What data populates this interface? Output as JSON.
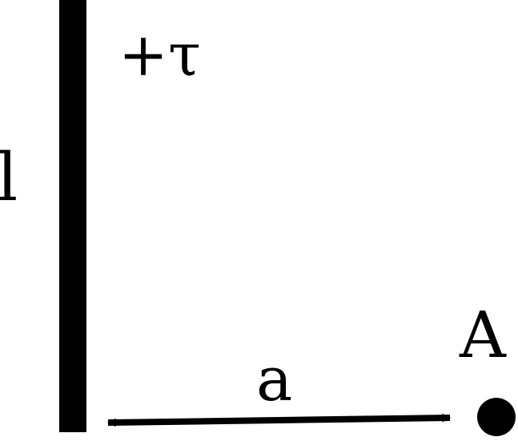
{
  "diagram": {
    "charge_label": "+τ",
    "length_label": "l",
    "distance_label": "a",
    "point_label": "A"
  },
  "colors": {
    "ink": "#000000",
    "background": "#ffffff"
  }
}
